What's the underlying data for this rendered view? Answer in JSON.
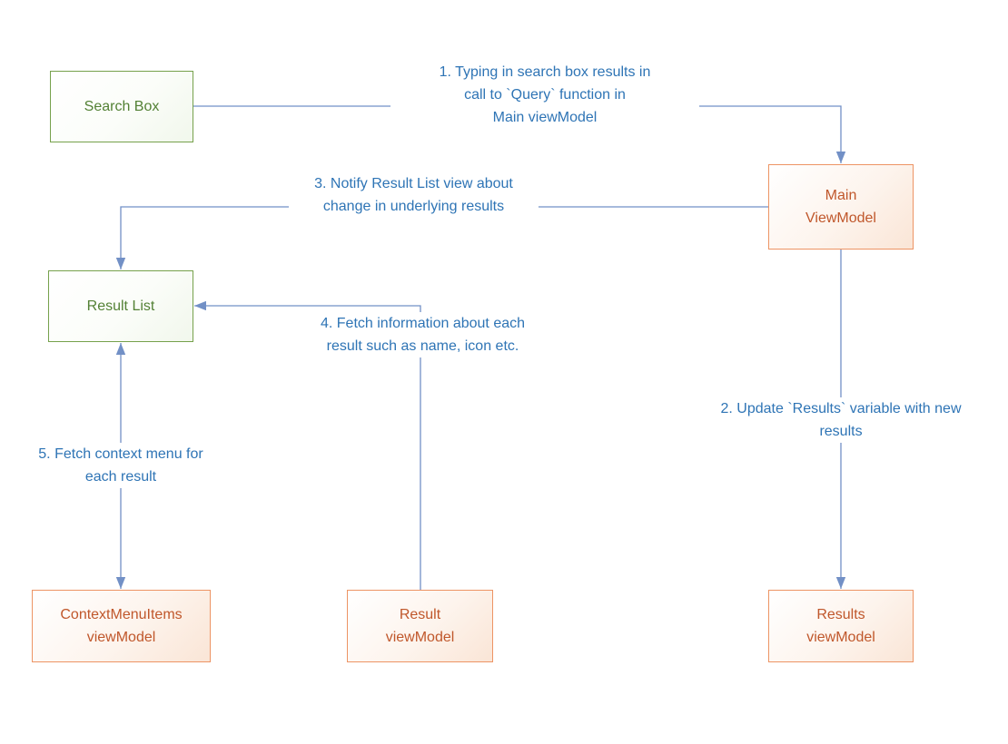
{
  "diagram": {
    "boxes": {
      "search_box": {
        "label": "Search Box"
      },
      "main_viewmodel": {
        "label": "Main\nViewModel"
      },
      "result_list": {
        "label": "Result List"
      },
      "contextmenuitems_viewmodel": {
        "label": "ContextMenuItems\nviewModel"
      },
      "result_viewmodel": {
        "label": "Result\nviewModel"
      },
      "results_viewmodel": {
        "label": "Results\nviewModel"
      }
    },
    "annotations": {
      "step1": {
        "text": "1. Typing in search box results in\ncall to `Query` function in\nMain viewModel"
      },
      "step2": {
        "text": "2. Update `Results` variable with new\nresults"
      },
      "step3": {
        "text": "3. Notify Result List view about\nchange in underlying results"
      },
      "step4": {
        "text": "4. Fetch information about each\nresult such as name, icon etc."
      },
      "step5": {
        "text": "5. Fetch context menu for\neach result"
      }
    },
    "colors": {
      "connector_line": "#7290c6",
      "annotation_text": "#2e74b5",
      "green_box_border": "#76a14c",
      "green_box_text": "#538135",
      "orange_box_border": "#ed9464",
      "orange_box_text": "#c0572b"
    }
  }
}
